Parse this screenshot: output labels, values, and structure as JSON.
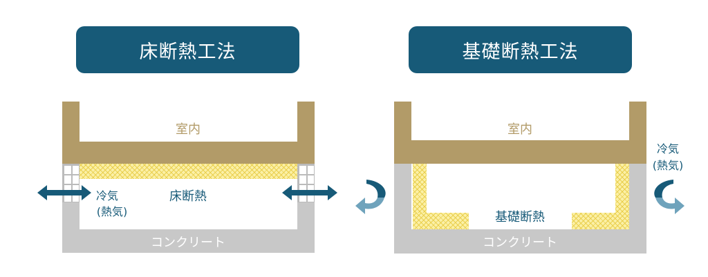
{
  "left": {
    "title": "床断熱工法",
    "room": "室内",
    "insulation": "床断熱",
    "air": "冷気",
    "air2": "(熱気)",
    "concrete": "コンクリート"
  },
  "right": {
    "title": "基礎断熱工法",
    "room": "室内",
    "insulation": "基礎断熱",
    "air": "冷気",
    "air2": "(熱気)",
    "concrete": "コンクリート"
  },
  "colors": {
    "title_bg": "#175a78",
    "wood": "#b29b68",
    "concrete": "#c8c8c8",
    "insulation": "#fbf0a6"
  }
}
